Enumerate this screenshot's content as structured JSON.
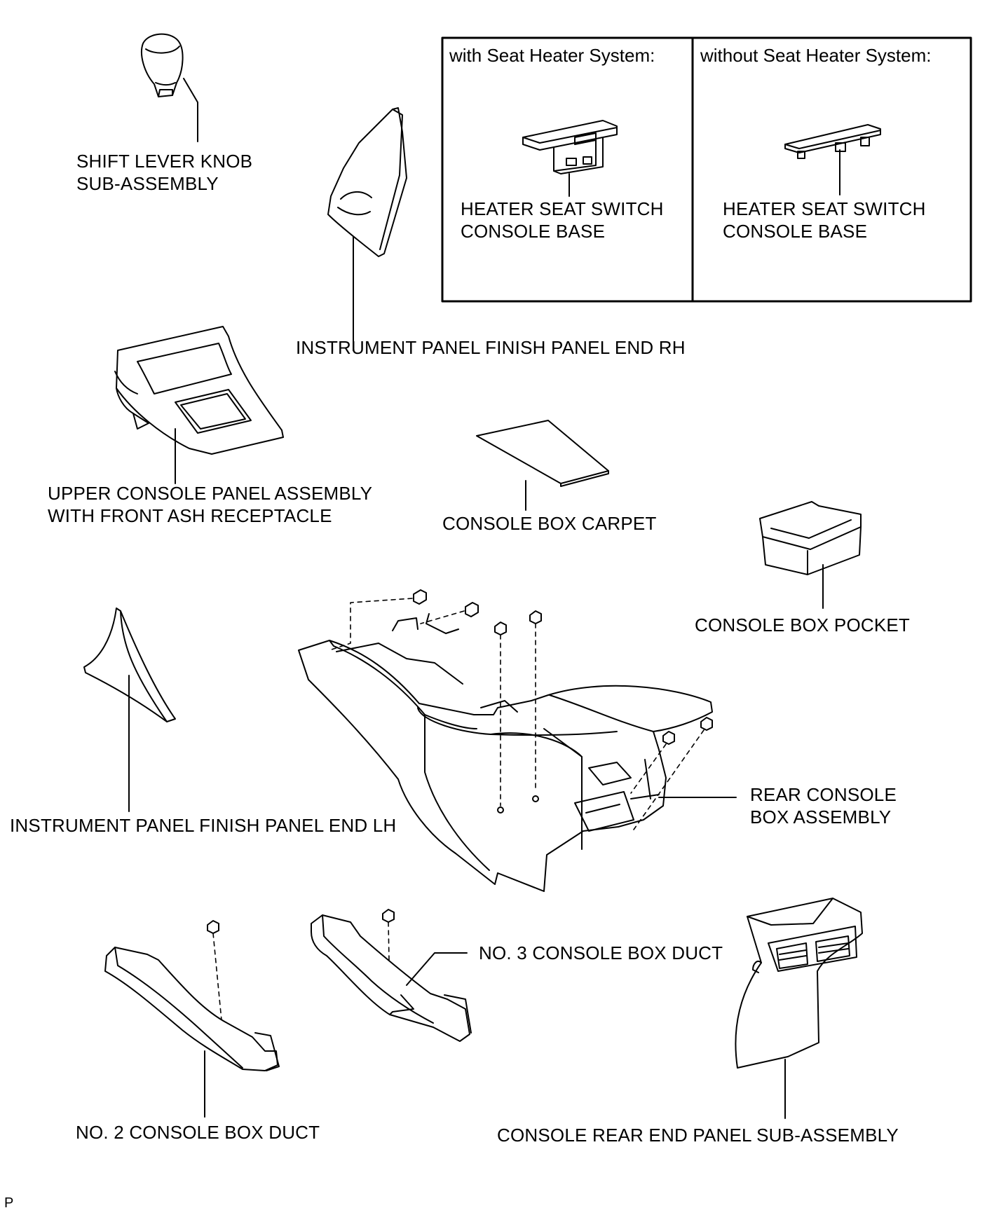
{
  "variants": {
    "with_heater_heading": "with Seat Heater System:",
    "without_heater_heading": "without Seat Heater System:",
    "with_heater_part": [
      "HEATER SEAT SWITCH",
      "CONSOLE BASE"
    ],
    "without_heater_part": [
      "HEATER SEAT SWITCH",
      "CONSOLE BASE"
    ]
  },
  "parts": {
    "shift_lever_knob": [
      "SHIFT LEVER KNOB",
      "SUB-ASSEMBLY"
    ],
    "finish_panel_end_rh": "INSTRUMENT PANEL FINISH PANEL END RH",
    "upper_console_panel": [
      "UPPER CONSOLE PANEL ASSEMBLY",
      "WITH FRONT ASH RECEPTACLE"
    ],
    "console_box_carpet": "CONSOLE BOX CARPET",
    "console_box_pocket": "CONSOLE BOX POCKET",
    "finish_panel_end_lh": "INSTRUMENT PANEL FINISH PANEL END LH",
    "rear_console_box": [
      "REAR CONSOLE",
      "BOX ASSEMBLY"
    ],
    "no3_duct": "NO. 3 CONSOLE BOX DUCT",
    "no2_duct": "NO. 2 CONSOLE BOX DUCT",
    "rear_end_panel": "CONSOLE REAR END PANEL SUB-ASSEMBLY"
  },
  "footer_code": "P"
}
